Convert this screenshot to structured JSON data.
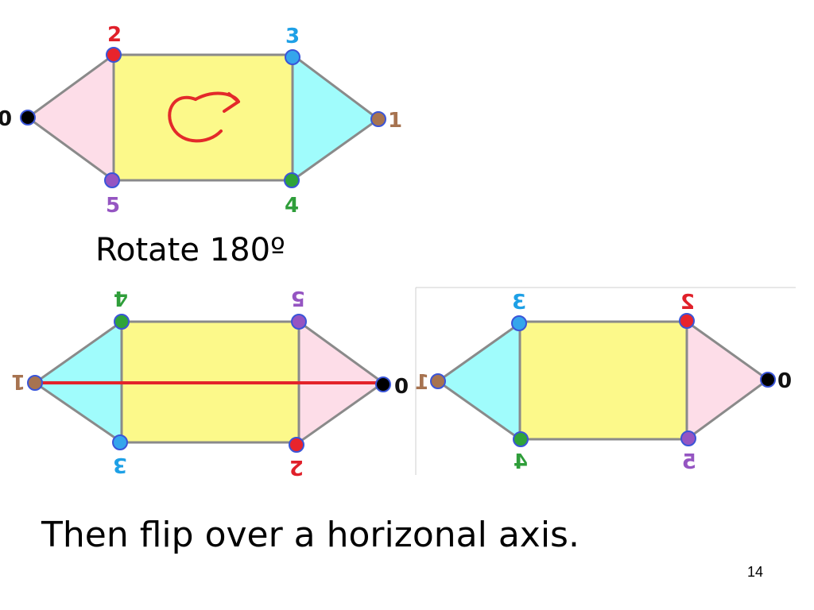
{
  "captions": {
    "rotate": "Rotate 180º",
    "flip": "Then flip over a horizonal axis."
  },
  "page_number": "14",
  "vertex_labels": {
    "v0": "0",
    "v1": "1",
    "v2": "2",
    "v3": "3",
    "v4": "4",
    "v5": "5"
  },
  "colors": {
    "square_fill": "#fcf98a",
    "left_triangle_fill": "#fddde8",
    "right_triangle_fill": "#a0fcfc",
    "edge": "#8a8a8a",
    "axis_line": "#e3232a",
    "rotate_arrow": "#e32a2a",
    "vertex_0": "#000000",
    "vertex_1": "#a77350",
    "vertex_2": "#e8242c",
    "vertex_3": "#35a5ec",
    "vertex_4": "#2fa33a",
    "vertex_5": "#9555c2",
    "vertex_outline": "#3a55d8",
    "label_0": "#111111",
    "label_1": "#a77350",
    "label_2": "#e0202a",
    "label_3": "#1ea0e6",
    "label_4": "#2f9e3a",
    "label_5": "#9555c2"
  }
}
